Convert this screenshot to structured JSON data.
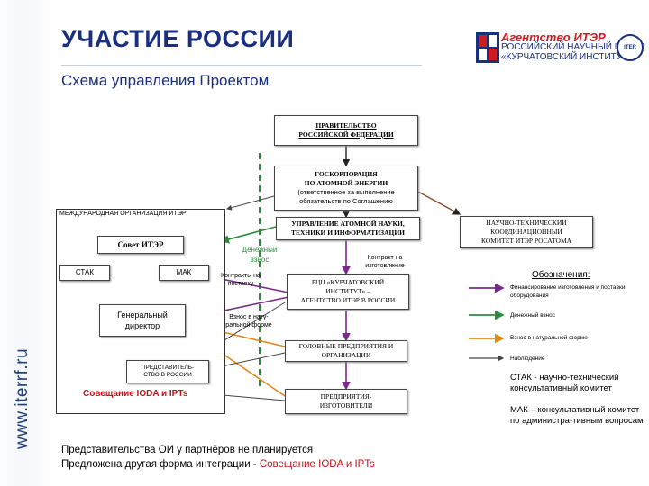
{
  "header": {
    "title": "УЧАСТИЕ РОССИИ",
    "subtitle": "Схема управления Проектом"
  },
  "logo": {
    "line1": "Агентство ИТЭР",
    "line2": "РОССИЙСКИЙ НАУЧНЫЙ ЦЕНТР",
    "line3": "«КУРЧАТОВСКИЙ ИНСТИТУТ»",
    "badge": "ITER"
  },
  "sidebar": {
    "url": "www.iterrf.ru"
  },
  "diagram": {
    "government": [
      "ПРАВИТЕЛЬСТВО",
      "РОССИЙСКОЙ ФЕДЕРАЦИИ"
    ],
    "rosatom": [
      "ГОСКОРПОРАЦИЯ",
      "ПО АТОМНОЙ ЭНЕРГИИ",
      "(ответственное за выполнение",
      "обязательств по Соглашению"
    ],
    "science_dept": [
      "УПРАВЛЕНИЕ АТОМНОЙ НАУКИ,",
      "ТЕХНИКИ И ИНФОРМАТИЗАЦИИ"
    ],
    "ntc": [
      "НАУЧНО-ТЕХНИЧЕСКИЙ",
      "КООРДИНАЦИОННЫЙ",
      "КОМИТЕТ ИТЭР РОСАТОМА"
    ],
    "intl_org": "МЕЖДУНАРОДНАЯ ОРГАНИЗАЦИЯ ИТЭР",
    "council": "Совет ИТЭР",
    "stak": "СТАК",
    "mak": "МАК",
    "dg": [
      "Генеральный",
      "директор"
    ],
    "rf_rep": [
      "ПРЕДСТАВИТЕЛЬ-",
      "СТВО В РОССИИ"
    ],
    "ioda": "Совещание IODA и IPTs",
    "rdc": [
      "РЦЦ «КУРЧАТОВСКИЙ",
      "ИНСТИТУТ» –",
      "АГЕНТСТВО ИТЭР В РОССИИ"
    ],
    "head_org": [
      "ГОЛОВНЫЕ ПРЕДПРИЯТИЯ И",
      "ОРГАНИЗАЦИИ"
    ],
    "manufacturers": [
      "ПРЕДПРИЯТИЯ-",
      "ИЗГОТОВИТЕЛИ"
    ],
    "label_cash": [
      "Денежный",
      "взнос"
    ],
    "label_contracts": [
      "Контракты на",
      "поставку"
    ],
    "label_inkind": [
      "Взнос в нату-",
      "ральной форме"
    ],
    "label_contract_mfg": [
      "Контракт на",
      "изготовление"
    ]
  },
  "legend": {
    "title": "Обозначения:",
    "items": [
      {
        "text": "Финансирование изготовления и поставки оборудования",
        "color": "#7a2a8a"
      },
      {
        "text": "Денежный взнос",
        "color": "#2e8b3e"
      },
      {
        "text": "Взнос в натуральной форме",
        "color": "#e08a1e"
      },
      {
        "text": "Наблюдение",
        "color": "#444444"
      }
    ],
    "notes": [
      "СТАК - научно-технический консультативный комитет",
      "МАК – консультативный комитет по администра-тивным вопросам"
    ]
  },
  "footer": {
    "line1": "Представительства ОИ у партнёров не планируется",
    "line2_prefix": "Предложена другая форма интеграции - ",
    "line2_highlight": "Совещание IODA и IPTs"
  }
}
